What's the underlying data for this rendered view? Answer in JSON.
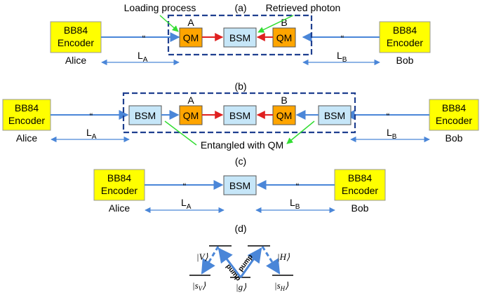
{
  "panels": {
    "a": {
      "label": "(a)",
      "encoder_left": [
        "BB84",
        "Encoder"
      ],
      "encoder_right": [
        "BB84",
        "Encoder"
      ],
      "alice": "Alice",
      "bob": "Bob",
      "la": "L",
      "la_sub": "A",
      "lb": "L",
      "lb_sub": "B",
      "qm_a_tag": "A",
      "qm_b_tag": "B",
      "qm": "QM",
      "bsm": "BSM",
      "loading": "Loading process",
      "retrieved": "Retrieved photon",
      "wavy": "“"
    },
    "b": {
      "label": "(b)",
      "encoder_left": [
        "BB84",
        "Encoder"
      ],
      "encoder_right": [
        "BB84",
        "Encoder"
      ],
      "alice": "Alice",
      "bob": "Bob",
      "la": "L",
      "la_sub": "A",
      "lb": "L",
      "lb_sub": "B",
      "qm_a_tag": "A",
      "qm_b_tag": "B",
      "qm": "QM",
      "bsm": "BSM",
      "entangled": "Entangled with QM",
      "wavy": "“"
    },
    "c": {
      "label": "(c)",
      "encoder_left": [
        "BB84",
        "Encoder"
      ],
      "encoder_right": [
        "BB84",
        "Encoder"
      ],
      "alice": "Alice",
      "bob": "Bob",
      "la": "L",
      "la_sub": "A",
      "lb": "L",
      "lb_sub": "B",
      "bsm": "BSM",
      "wavy": "“"
    },
    "d": {
      "label": "(d)",
      "v_state": "|V⟩",
      "h_state": "|H⟩",
      "sv_state": "|s",
      "sv_sub": "V",
      "sh_state": "|s",
      "sh_sub": "H",
      "g_state": "|g⟩",
      "pump1": "pump",
      "pump2": "pump"
    }
  },
  "colors": {
    "encoder_fill": "#ffff00",
    "qm_fill": "#ffa500",
    "bsm_fill": "#c6e6f8",
    "line_blue": "#4a86d8",
    "arrow_red": "#e02020",
    "arrow_green": "#33dd33",
    "dash_box": "#1f3f8f"
  }
}
